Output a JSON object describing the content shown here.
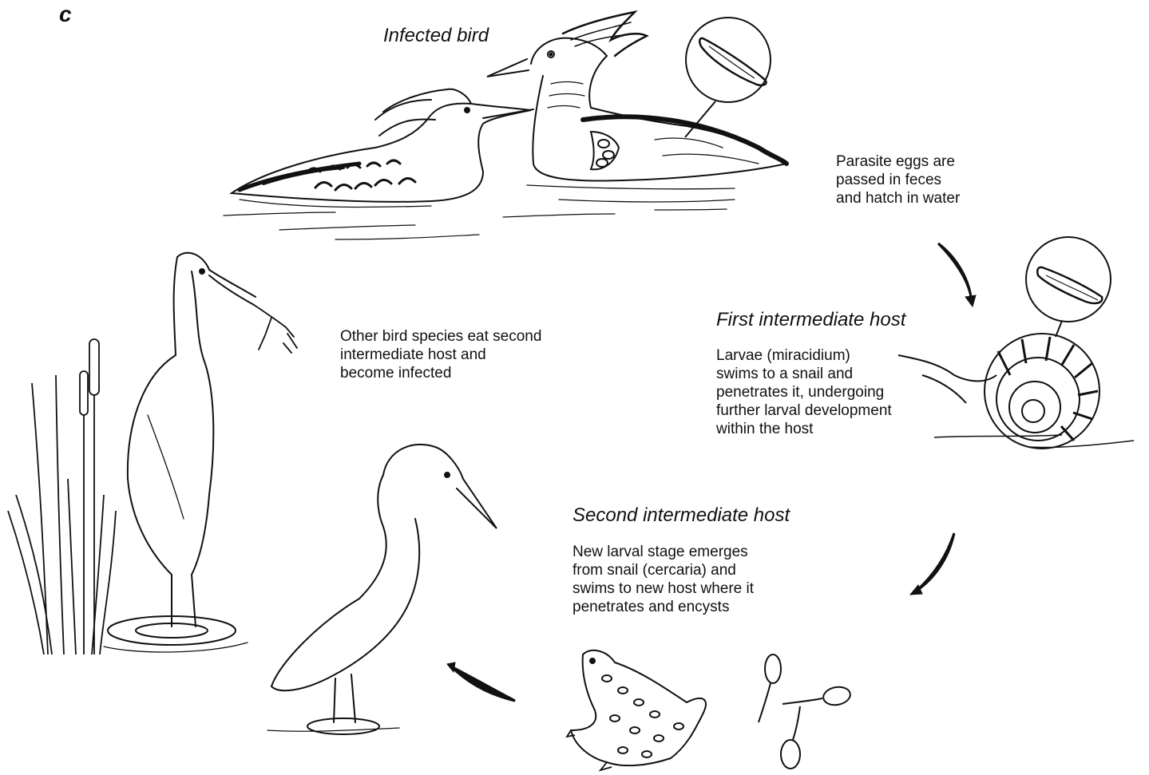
{
  "panel_label": "c",
  "stages": {
    "infected_bird": {
      "heading": "Infected bird"
    },
    "eggs": {
      "text": "Parasite eggs are\npassed in feces\nand hatch in water"
    },
    "first_host": {
      "heading": "First intermediate host",
      "text": "Larvae (miracidium)\nswims to a snail and\npenetrates it, undergoing\nfurther larval development\nwithin the host"
    },
    "second_host": {
      "heading": "Second intermediate host",
      "text": "New larval stage emerges\nfrom snail (cercaria) and\nswims to new host where it\npenetrates and encysts"
    },
    "other_birds": {
      "text": "Other bird species eat second\nintermediate host and\nbecome infected"
    }
  },
  "colors": {
    "ink": "#111111",
    "background": "#ffffff"
  }
}
